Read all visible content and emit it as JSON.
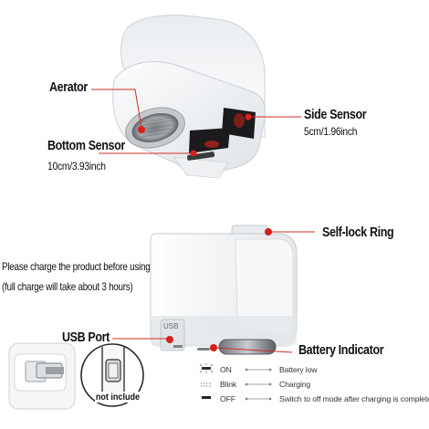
{
  "labels": {
    "aerator": "Aerator",
    "bottom_sensor": "Bottom Sensor",
    "bottom_sensor_distance": "10cm/3.93inch",
    "side_sensor": "Side Sensor",
    "side_sensor_distance": "5cm/1.96inch",
    "self_lock_ring": "Self-lock Ring",
    "charge_note_1": "Please charge the product before using",
    "charge_note_2": "(full charge will take about 3 hours)",
    "usb_port": "USB Port",
    "battery_indicator": "Battery Indicator",
    "usb_marking": "USB",
    "not_include": "not include"
  },
  "battery_legend": [
    {
      "state": "ON",
      "meaning": "Battery low"
    },
    {
      "state": "Blink",
      "meaning": "Charging"
    },
    {
      "state": "OFF",
      "meaning": "Switch to off mode after charging is complete"
    }
  ],
  "colors": {
    "marker_red": "#d9201b",
    "device_white": "#f1f3f5",
    "sensor_black": "#1b1b1d",
    "sensor_red_glint": "#b0231e"
  }
}
